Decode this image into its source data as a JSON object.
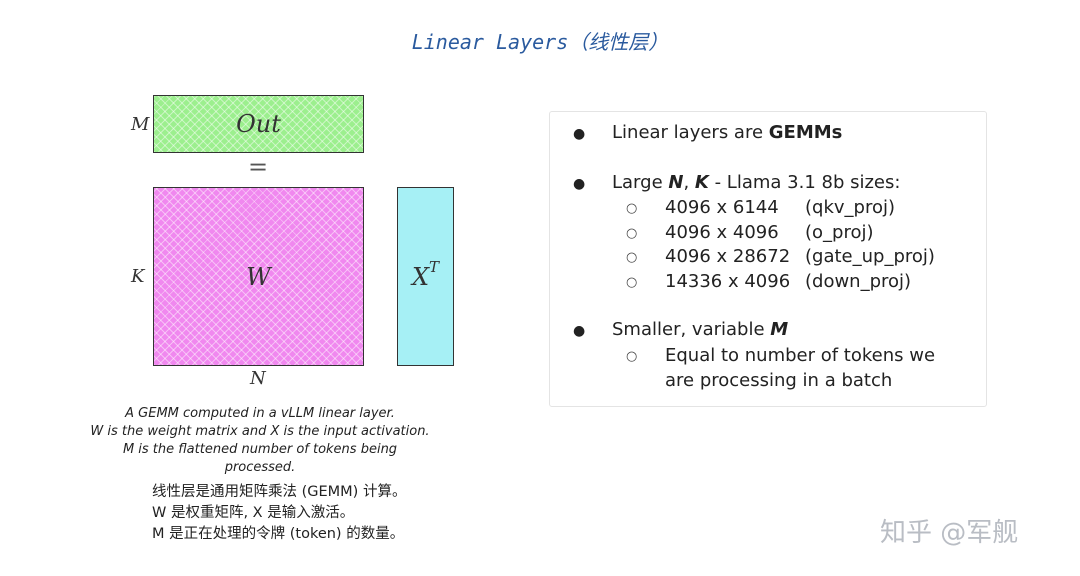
{
  "title": "Linear Layers（线性层）",
  "diagram": {
    "out_label": "Out",
    "w_label": "W",
    "x_label": "X",
    "x_sup": "T",
    "equals": "=",
    "dim_m": "M",
    "dim_k": "K",
    "dim_n": "N"
  },
  "caption": {
    "line1": "A GEMM computed in a vLLM linear layer.",
    "line2": "W is the weight matrix and X is the input activation.",
    "line3": "M is the flattened number of tokens being processed."
  },
  "chinese_note": {
    "line1": "线性层是通用矩阵乘法 (GEMM) 计算。",
    "line2": "W 是权重矩阵, X 是输入激活。",
    "line3": "M 是正在处理的令牌 (token) 的数量。"
  },
  "bullets": {
    "b1_text": "Linear layers are ",
    "b1_bold": "GEMMs",
    "b2_pre": "Large ",
    "b2_n": "N",
    "b2_sep": ", ",
    "b2_k": "K",
    "b2_post": " - Llama 3.1 8b sizes:",
    "sizes": [
      {
        "dims": "4096 x 6144",
        "name": "(qkv_proj)"
      },
      {
        "dims": "4096 x 4096",
        "name": "(o_proj)"
      },
      {
        "dims": "4096 x 28672",
        "name": "(gate_up_proj)"
      },
      {
        "dims": "14336 x 4096",
        "name": "(down_proj)"
      }
    ],
    "b3_text": "Smaller, variable ",
    "b3_m": "M",
    "b3_sub_line1": "Equal to number of tokens we",
    "b3_sub_line2": "are processing in a batch",
    "bullet_glyph": "●",
    "sub_glyph": "○"
  },
  "watermark": "知乎 @军舰"
}
